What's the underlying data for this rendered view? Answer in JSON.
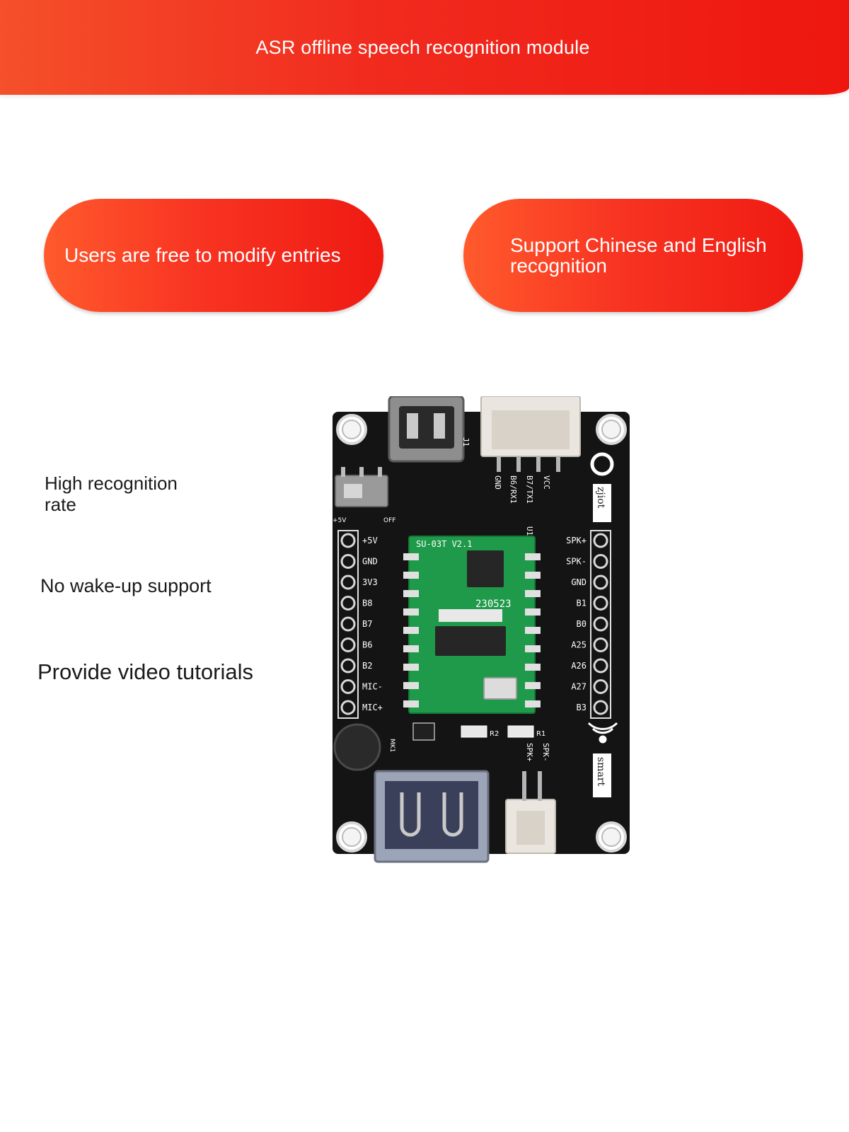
{
  "banner": {
    "title": "ASR offline speech recognition module"
  },
  "pills": [
    {
      "label": "Users are free to modify entries"
    },
    {
      "label": "Support Chinese and English recognition"
    }
  ],
  "features": [
    {
      "label": "High recognition rate"
    },
    {
      "label": "No wake-up support"
    },
    {
      "label": "Provide video tutorials"
    }
  ],
  "board": {
    "left_pins": [
      "+5V",
      "GND",
      "3V3",
      "B8",
      "B7",
      "B6",
      "B2",
      "MIC-",
      "MIC+"
    ],
    "right_pins": [
      "SPK+",
      "SPK-",
      "GND",
      "B1",
      "B0",
      "A25",
      "A26",
      "A27",
      "B3"
    ],
    "top_pins": [
      "GND",
      "B6/RX1",
      "B7/TX1",
      "VCC"
    ],
    "bottom_pins": [
      "SPK+",
      "SPK-"
    ],
    "module_label": "SU-03T V2.1",
    "date_code": "230523",
    "brand_top": "zjiot",
    "brand_bottom": "smart",
    "silk": {
      "u1": "U1",
      "j1": "J1",
      "r1": "R1",
      "r2": "R2",
      "mk1": "MK1",
      "off": "OFF",
      "on": "+5V"
    },
    "colors": {
      "pcb": "#141414",
      "module": "#1f9a4a",
      "header": "#eae6df"
    }
  }
}
